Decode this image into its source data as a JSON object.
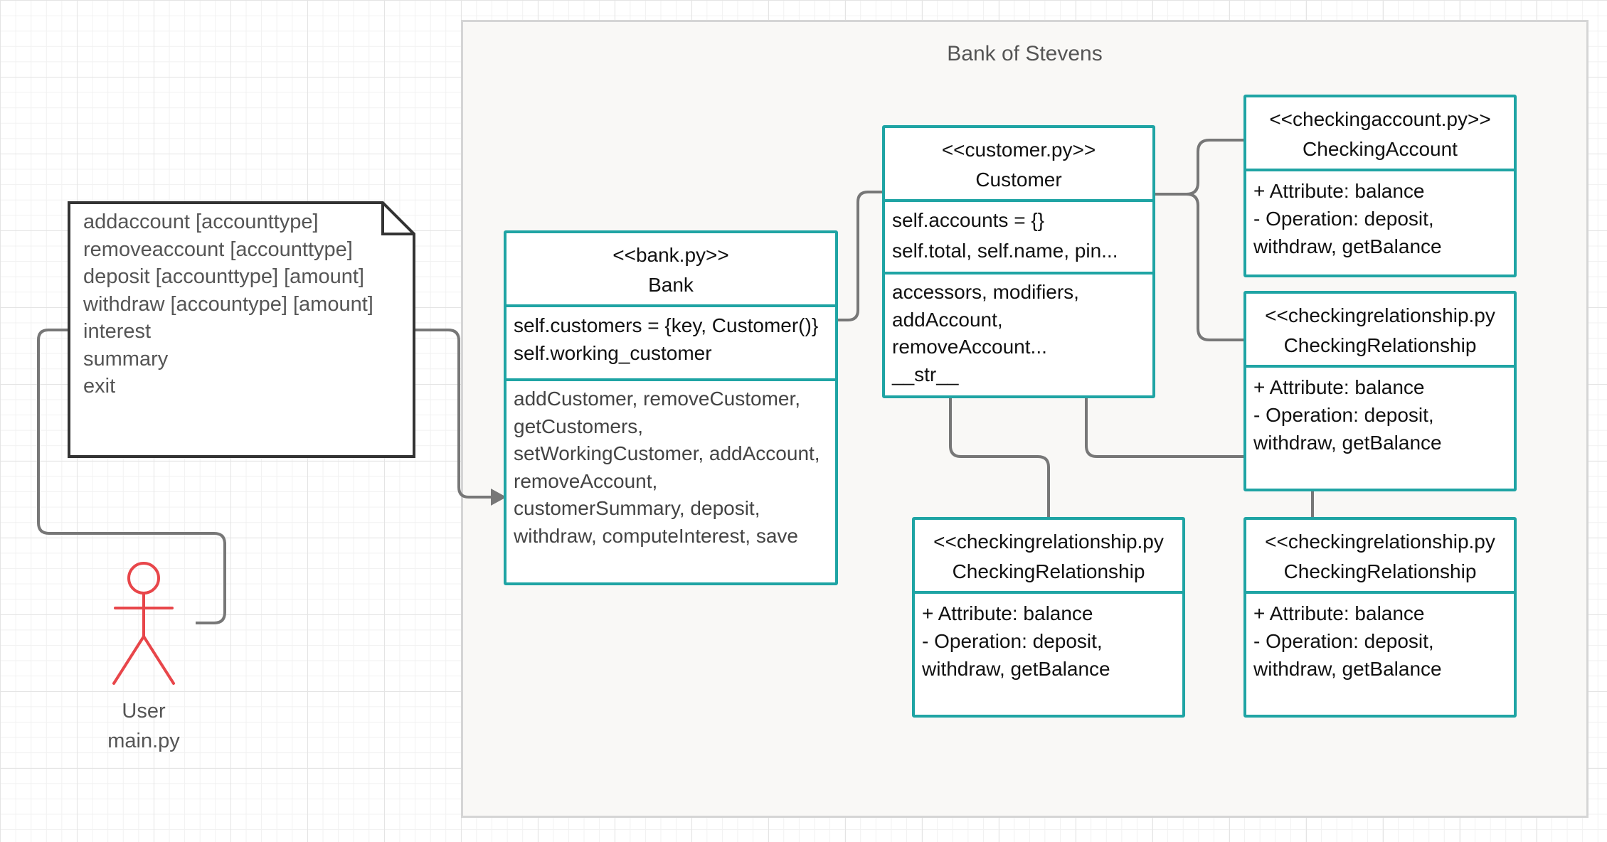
{
  "frame": {
    "title": "Bank of Stevens"
  },
  "note": {
    "lines": [
      "addaccount [accounttype]",
      "removeaccount [accounttype]",
      "deposit [accounttype] [amount]",
      "withdraw [accountype] [amount]",
      "interest",
      "summary",
      "exit"
    ]
  },
  "actor": {
    "label": "User",
    "sublabel": "main.py"
  },
  "colors": {
    "class_border": "#1fa4a4",
    "actor": "#e8464a",
    "connector": "#777777",
    "frame_bg": "#f9f8f6"
  },
  "bank": {
    "stereotype": "<<bank.py>>",
    "name": "Bank",
    "attributes": [
      "self.customers = {key, Customer()}",
      "self.working_customer"
    ],
    "operations": [
      "addCustomer, removeCustomer,",
      "getCustomers,",
      "setWorkingCustomer, addAccount,",
      "removeAccount,",
      "customerSummary, deposit,",
      "withdraw, computeInterest, save"
    ]
  },
  "customer": {
    "stereotype": "<<customer.py>>",
    "name": "Customer",
    "attributes": [
      "self.accounts = {}",
      "self.total, self.name, pin..."
    ],
    "operations": [
      "accessors, modifiers,",
      "addAccount,",
      "removeAccount...",
      "__str__"
    ]
  },
  "checking_account": {
    "stereotype": "<<checkingaccount.py>>",
    "name": "CheckingAccount",
    "lines": [
      "+ Attribute: balance",
      "-  Operation: deposit,",
      "withdraw, getBalance"
    ]
  },
  "rel_top": {
    "stereotype": "<<checkingrelationship.py",
    "name": "CheckingRelationship",
    "lines": [
      "+ Attribute: balance",
      "-  Operation: deposit,",
      "withdraw, getBalance"
    ]
  },
  "rel_bottom_left": {
    "stereotype": "<<checkingrelationship.py",
    "name": "CheckingRelationship",
    "lines": [
      "+ Attribute: balance",
      "-  Operation: deposit,",
      "withdraw, getBalance"
    ]
  },
  "rel_bottom_right": {
    "stereotype": "<<checkingrelationship.py",
    "name": "CheckingRelationship",
    "lines": [
      "+ Attribute: balance",
      "-  Operation: deposit,",
      "withdraw, getBalance"
    ]
  }
}
